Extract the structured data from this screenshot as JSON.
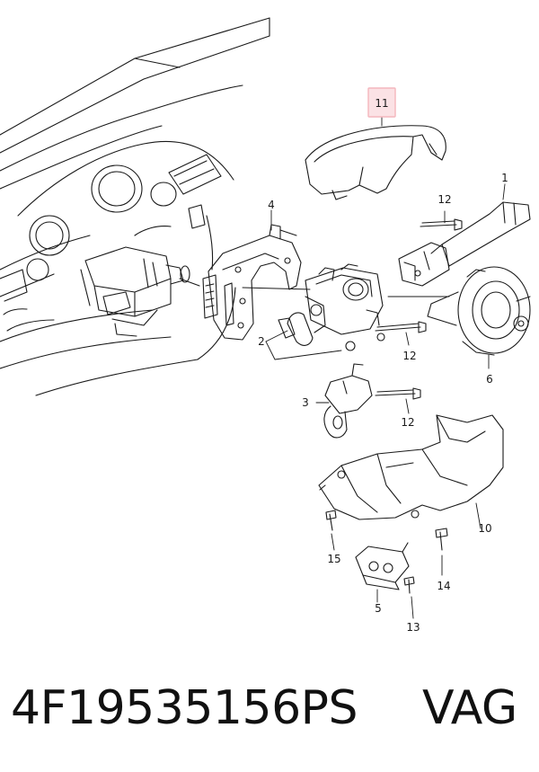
{
  "callouts": {
    "c1": "1",
    "c2": "2",
    "c3": "3",
    "c4": "4",
    "c5": "5",
    "c6": "6",
    "c10": "10",
    "c11": "11",
    "c12a": "12",
    "c12b": "12",
    "c12c": "12",
    "c13": "13",
    "c14": "14",
    "c15": "15"
  },
  "highlight_color": "#f4b6bd",
  "footer": {
    "part_number": "4F19535156PS",
    "brand": "VAG"
  }
}
